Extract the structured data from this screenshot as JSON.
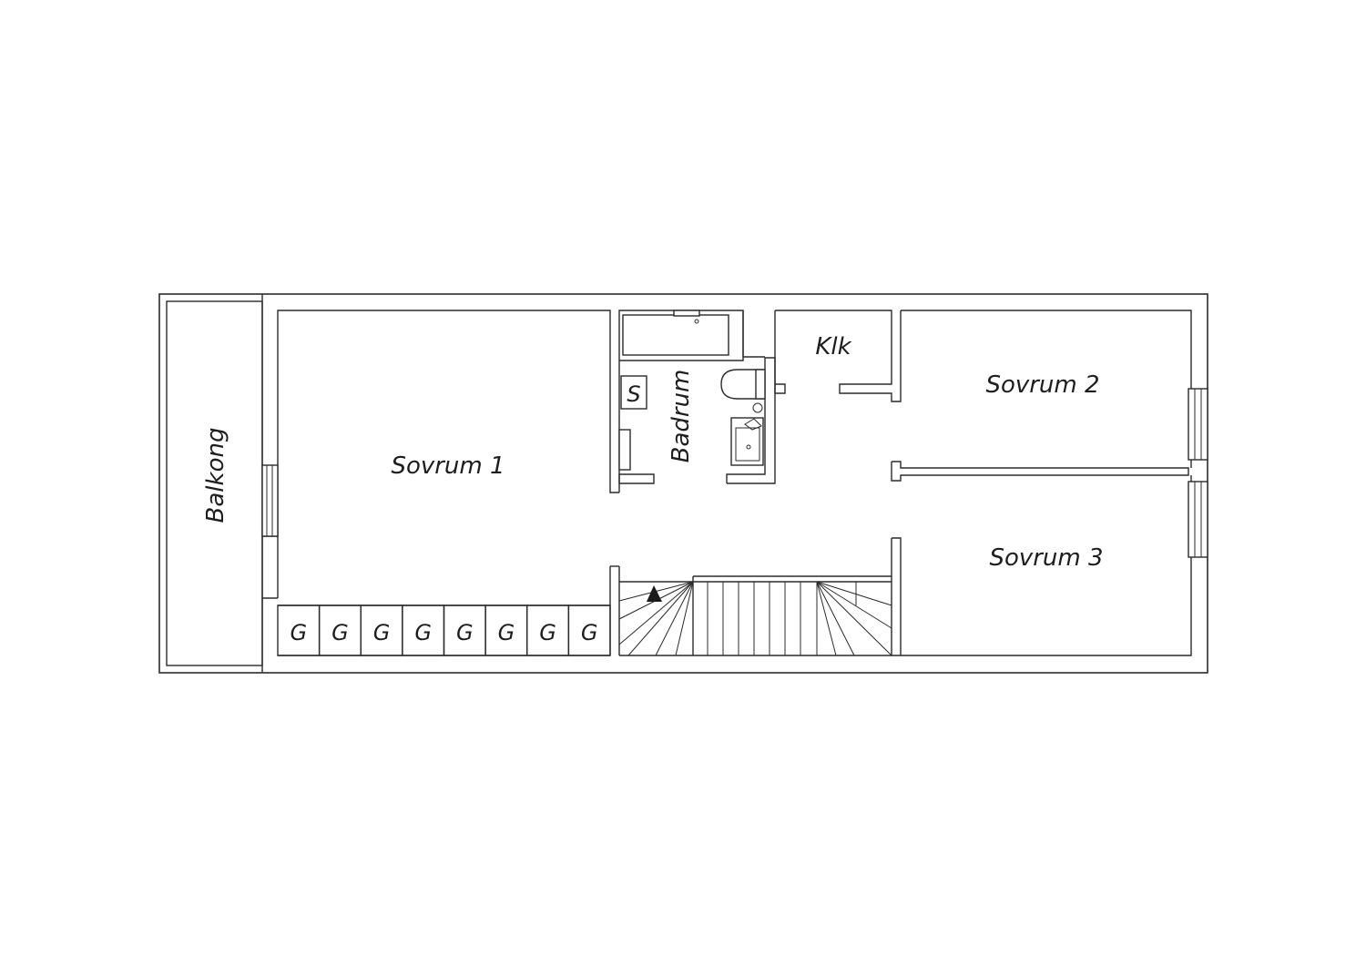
{
  "floorplan": {
    "rooms": {
      "balkong": "Balkong",
      "sovrum_1": "Sovrum 1",
      "badrum": "Badrum",
      "klk": "Klk",
      "sovrum_2": "Sovrum 2",
      "sovrum_3": "Sovrum 3"
    },
    "fixtures": {
      "shower_label": "S",
      "wardrobe_label": "G",
      "wardrobe_count": 8
    },
    "colors": {
      "line": "#2b2b2b",
      "background": "#ffffff"
    }
  }
}
